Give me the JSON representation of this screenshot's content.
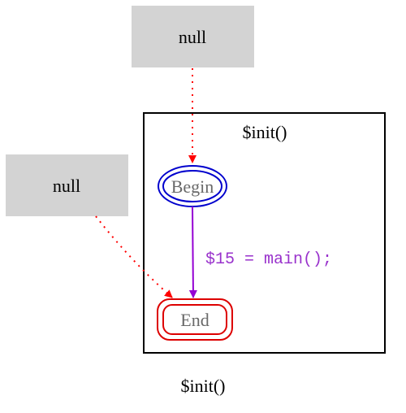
{
  "graph": {
    "title": "$init()",
    "cluster": {
      "label": "$init()"
    },
    "nodes": {
      "null_top": {
        "label": "null"
      },
      "null_left": {
        "label": "null"
      },
      "begin": {
        "label": "Begin"
      },
      "end": {
        "label": "End"
      }
    },
    "edges": {
      "begin_to_end": {
        "label": "$15 = main();"
      }
    },
    "colors": {
      "null_fill": "#d3d3d3",
      "begin_stroke": "#0000cd",
      "end_stroke": "#dd0000",
      "edge_dotted": "#ff0000",
      "edge_main": "#9400d3",
      "edge_label_text": "#9932cc",
      "node_text": "#696969",
      "cluster_border": "#000000"
    }
  }
}
